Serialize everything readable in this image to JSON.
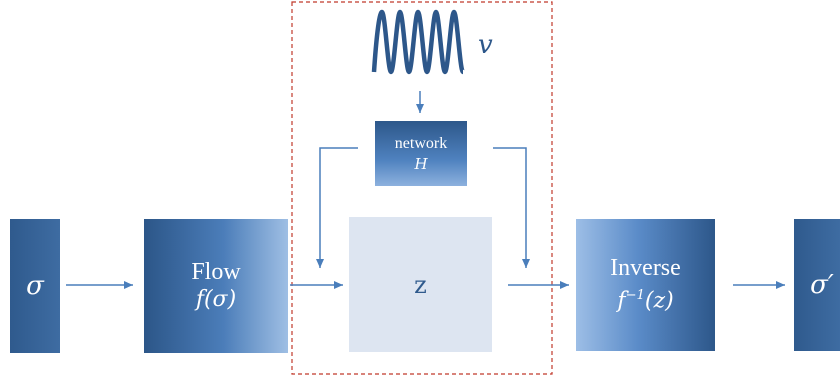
{
  "nodes": {
    "sigma": {
      "text": "σ"
    },
    "flow": {
      "label": "Flow",
      "expr": "f(σ)"
    },
    "z": {
      "label": "z"
    },
    "inverse": {
      "label": "Inverse",
      "expr_base": "f",
      "expr_sup": "−1",
      "expr_arg": "(z)"
    },
    "sigma_prime": {
      "text": "σ′"
    },
    "network": {
      "label": "network",
      "var": "H"
    },
    "noise": {
      "label": "v"
    }
  },
  "colors": {
    "primary": "#2d578a",
    "arrow": "#4a7ebb",
    "z_fill": "#dde5f1",
    "dashed_border": "#c0392b"
  },
  "icons": {
    "noise": "sine-wave-icon"
  }
}
